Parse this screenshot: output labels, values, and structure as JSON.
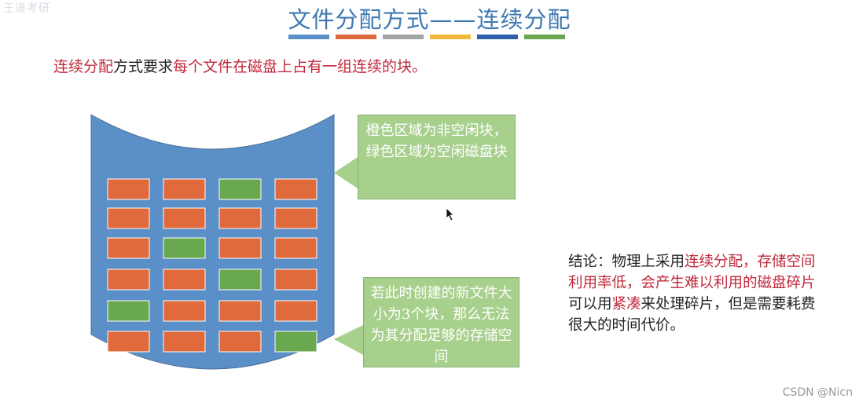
{
  "slide": {
    "logo_text": "王道考研",
    "title": "文件分配方式——连续分配",
    "title_bar_colors": [
      "#5b8fc7",
      "#dd6b3b",
      "#a5a5a5",
      "#f0b93a",
      "#2f5fa8",
      "#6aa84f"
    ],
    "intro": {
      "part1": "连续分配",
      "part2": "方式要求",
      "part3": "每个文件在磁盘上占有一组连续的块。"
    },
    "disk": {
      "body_color": "#5b8fc7",
      "used_color": "#e06a3b",
      "free_color": "#6aa84f",
      "grid": [
        [
          "used",
          "used",
          "free",
          "used"
        ],
        [
          "used",
          "used",
          "used",
          "used"
        ],
        [
          "used",
          "free",
          "used",
          "used"
        ],
        [
          "used",
          "used",
          "free",
          "used"
        ],
        [
          "free",
          "used",
          "used",
          "used"
        ],
        [
          "used",
          "used",
          "used",
          "free"
        ]
      ]
    },
    "callout_top": "橙色区域为非空闲块，绿色区域为空闲磁盘块",
    "callout_bottom": "若此时创建的新文件大小为3个块，那么无法为其分配足够的存储空间",
    "conclusion": {
      "label": "结论：物理上采用",
      "red1": "连续分配，存储空间利用率低，会产生难以利用的磁盘碎片",
      "line2a": "可以用",
      "red2": "紧凑",
      "line2b": "来处理碎片，但是需要耗费很大的时间代价。"
    },
    "watermark": "CSDN @Nicn"
  }
}
